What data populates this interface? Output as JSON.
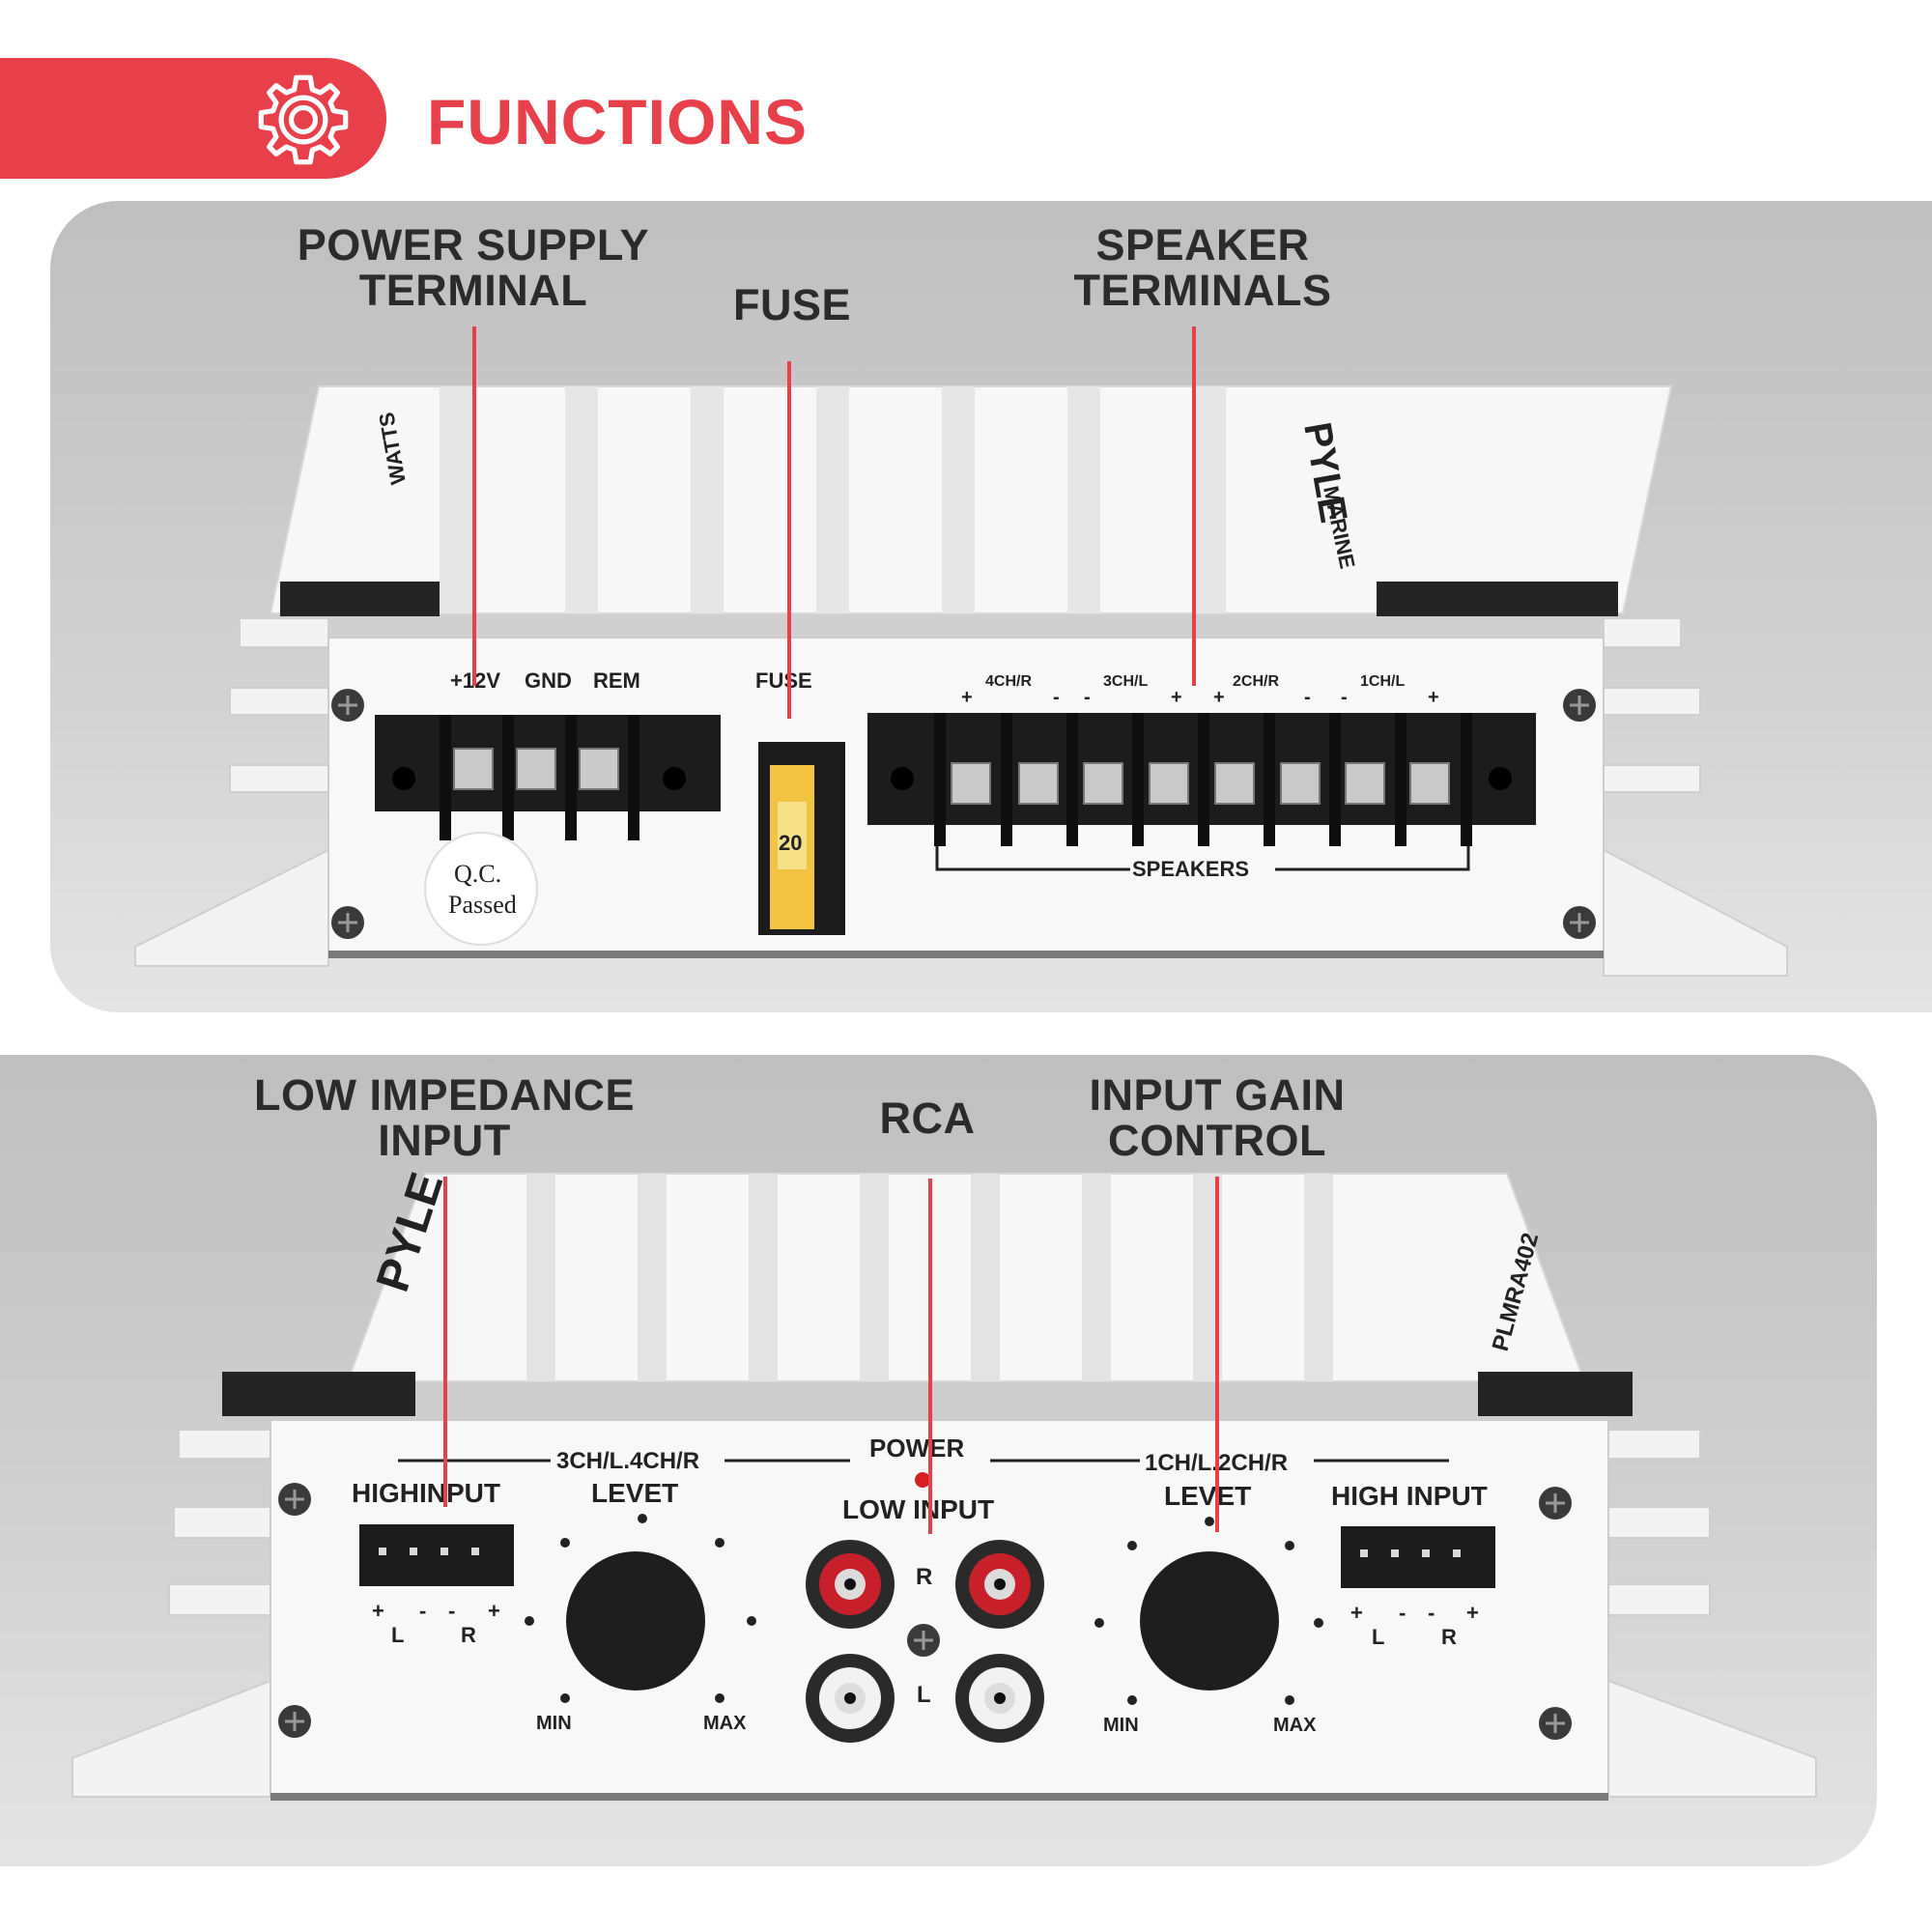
{
  "header": {
    "title": "FUNCTIONS",
    "accent_color": "#e8404a",
    "icon": "gear-icon"
  },
  "top_panel": {
    "callouts": [
      {
        "text": "POWER SUPPLY\nTERMINAL"
      },
      {
        "text": "FUSE"
      },
      {
        "text": "SPEAKER\nTERMINALS"
      }
    ],
    "power_labels": [
      "+12V",
      "GND",
      "REM"
    ],
    "fuse_label": "FUSE",
    "fuse_rating": "20",
    "channel_labels": [
      "4CH/R",
      "3CH/L",
      "2CH/R",
      "1CH/L"
    ],
    "polarity_marks": [
      "+",
      "-",
      "-",
      "+",
      "+",
      "-",
      "-",
      "+"
    ],
    "speakers_label": "SPEAKERS",
    "qc_sticker": [
      "Q.C.",
      "Passed"
    ],
    "brand": "PYLE",
    "marine_text": "MARINE",
    "watts_text": "WATTS"
  },
  "bottom_panel": {
    "callouts": [
      {
        "text": "LOW IMPEDANCE\nINPUT"
      },
      {
        "text": "RCA"
      },
      {
        "text": "INPUT GAIN\nCONTROL"
      }
    ],
    "left_group_label": "3CH/L.4CH/R",
    "right_group_label": "1CH/L.2CH/R",
    "power_label": "POWER",
    "low_input_label": "LOW INPUT",
    "left_high_input": "HIGHINPUT",
    "right_high_input": "HIGH INPUT",
    "level_label": "LEVET",
    "min_label": "MIN",
    "max_label": "MAX",
    "rca_r": "R",
    "rca_l": "L",
    "lr_labels": [
      "L",
      "R"
    ],
    "polarity_marks": [
      "+",
      "-",
      "-",
      "+"
    ],
    "brand": "PYLE",
    "model_text": "PLMRA402",
    "colors": {
      "rca_red": "#c8202a",
      "rca_white": "#f2f2f2",
      "power_led": "#d42020"
    }
  }
}
